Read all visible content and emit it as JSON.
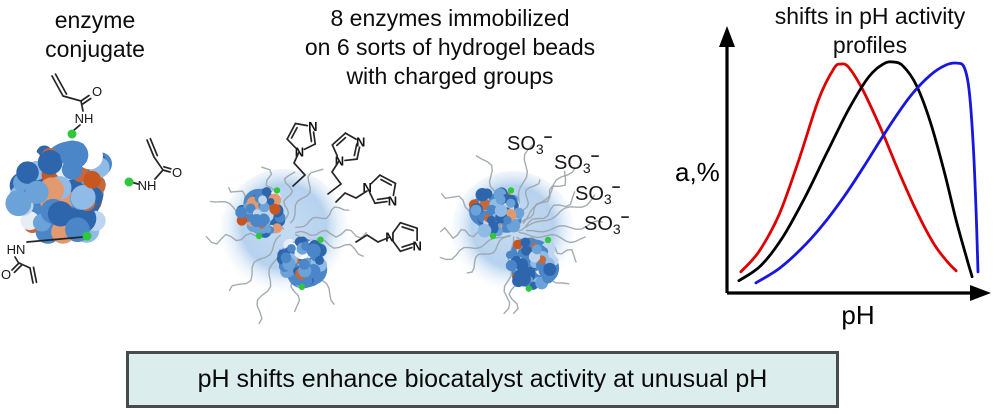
{
  "panels": {
    "left": {
      "title_lines": [
        "enzyme",
        "conjugate"
      ]
    },
    "middle": {
      "title_lines": [
        "8 enzymes immobilized",
        "on 6 sorts of hydrogel beads",
        "with charged groups"
      ]
    },
    "right": {
      "title_lines": [
        "shifts in pH activity",
        "profiles"
      ],
      "y_axis_label": "a,%",
      "x_axis_label": "pH"
    }
  },
  "chem": {
    "n": "N",
    "nh": "NH",
    "hn": "HN",
    "o": "O",
    "so3": {
      "base": "SO",
      "sub": "3",
      "sup": "−",
      "count": 4
    }
  },
  "banner": {
    "text": "pH shifts enhance biocatalyst activity at unusual pH"
  },
  "colors": {
    "red": "#de0000",
    "black": "#000000",
    "blue": "#1717dd",
    "bead_inner": "#c6dcf3",
    "bead_mid": "#b6d2ef",
    "bead_outer": "#ffffff",
    "chain": "#9ba3a9",
    "green": "#2ec83c",
    "protein_base": "#4a86c8",
    "protein_shades": [
      "#2e66ad",
      "#4a86c8",
      "#6ba2d8",
      "#8fbbe6",
      "#bdd5ee",
      "#e6edf4",
      "#ffffff",
      "#c4693d",
      "#e2996f",
      "#c8571f"
    ],
    "banner_bg": "#dcedee",
    "banner_border": "#474b4e"
  },
  "chart_data": {
    "type": "line",
    "title": "shifts in pH activity profiles",
    "xlabel": "pH",
    "ylabel": "a,%",
    "x_range": [
      0,
      1
    ],
    "y_range": [
      0,
      1
    ],
    "axes": "arrow axes, no ticks, no gridlines",
    "legend": "none",
    "series": [
      {
        "name": "red-curve",
        "color": "#de0000",
        "points": [
          [
            0.054,
            0.09
          ],
          [
            0.124,
            0.176
          ],
          [
            0.201,
            0.33
          ],
          [
            0.278,
            0.562
          ],
          [
            0.355,
            0.82
          ],
          [
            0.413,
            0.949
          ],
          [
            0.44,
            0.97
          ],
          [
            0.471,
            0.957
          ],
          [
            0.525,
            0.863
          ],
          [
            0.595,
            0.7
          ],
          [
            0.664,
            0.519
          ],
          [
            0.734,
            0.348
          ],
          [
            0.803,
            0.206
          ],
          [
            0.857,
            0.129
          ],
          [
            0.888,
            0.094
          ]
        ]
      },
      {
        "name": "black-curve",
        "color": "#000000",
        "points": [
          [
            0.046,
            0.052
          ],
          [
            0.131,
            0.116
          ],
          [
            0.216,
            0.236
          ],
          [
            0.301,
            0.403
          ],
          [
            0.386,
            0.592
          ],
          [
            0.471,
            0.777
          ],
          [
            0.548,
            0.914
          ],
          [
            0.606,
            0.97
          ],
          [
            0.645,
            0.979
          ],
          [
            0.683,
            0.961
          ],
          [
            0.734,
            0.88
          ],
          [
            0.788,
            0.725
          ],
          [
            0.842,
            0.515
          ],
          [
            0.888,
            0.309
          ],
          [
            0.927,
            0.155
          ],
          [
            0.95,
            0.069
          ]
        ]
      },
      {
        "name": "blue-curve",
        "color": "#1717dd",
        "points": [
          [
            0.112,
            0.043
          ],
          [
            0.201,
            0.103
          ],
          [
            0.286,
            0.185
          ],
          [
            0.371,
            0.288
          ],
          [
            0.456,
            0.412
          ],
          [
            0.541,
            0.554
          ],
          [
            0.625,
            0.7
          ],
          [
            0.71,
            0.833
          ],
          [
            0.788,
            0.923
          ],
          [
            0.849,
            0.966
          ],
          [
            0.892,
            0.974
          ],
          [
            0.919,
            0.957
          ],
          [
            0.938,
            0.863
          ],
          [
            0.954,
            0.635
          ],
          [
            0.965,
            0.356
          ],
          [
            0.973,
            0.09
          ]
        ]
      }
    ]
  }
}
